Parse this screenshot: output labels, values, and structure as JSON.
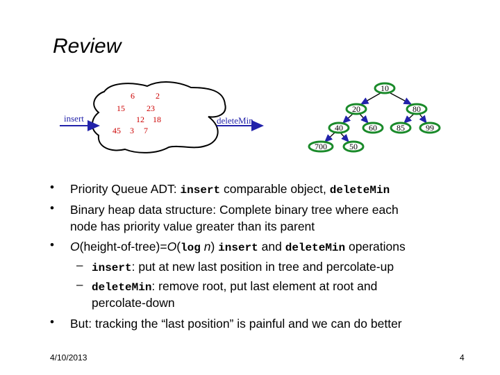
{
  "title": "Review",
  "figure": {
    "insert_label": "insert",
    "deletemin_label": "deleteMin",
    "blob_numbers": [
      "6",
      "2",
      "15",
      "23",
      "12",
      "18",
      "45",
      "3",
      "7"
    ],
    "heap_nodes": [
      "10",
      "20",
      "80",
      "40",
      "60",
      "85",
      "99",
      "700",
      "50"
    ],
    "colors": {
      "node_border": "#1a8a2a",
      "arrow": "#2222aa",
      "blob_numbers": "#cc0000"
    }
  },
  "bullets": {
    "b1": {
      "pre": "Priority Queue ADT: ",
      "c1": "insert",
      "mid": " comparable object, ",
      "c2": "deleteMin"
    },
    "b2": {
      "line1": "Binary heap data structure: Complete binary tree where each",
      "line2": "node has priority value greater than its parent"
    },
    "b3": {
      "o1": "O",
      "p1": "(height-of-tree)=",
      "o2": "O",
      "p2": "(",
      "c1": "log",
      "n": " n",
      "p3": ") ",
      "c2": "insert",
      "mid": " and ",
      "c3": "deleteMin",
      "post": " operations"
    },
    "s1": {
      "c": "insert",
      "text": ": put at new last position in tree and percolate-up"
    },
    "s2": {
      "c": "deleteMin",
      "text": ": remove root, put last element at root and",
      "line2": "percolate-down"
    },
    "b4": {
      "text": "But: tracking the “last position” is painful and we can do better"
    }
  },
  "footer": {
    "date": "4/10/2013",
    "page": "4"
  }
}
